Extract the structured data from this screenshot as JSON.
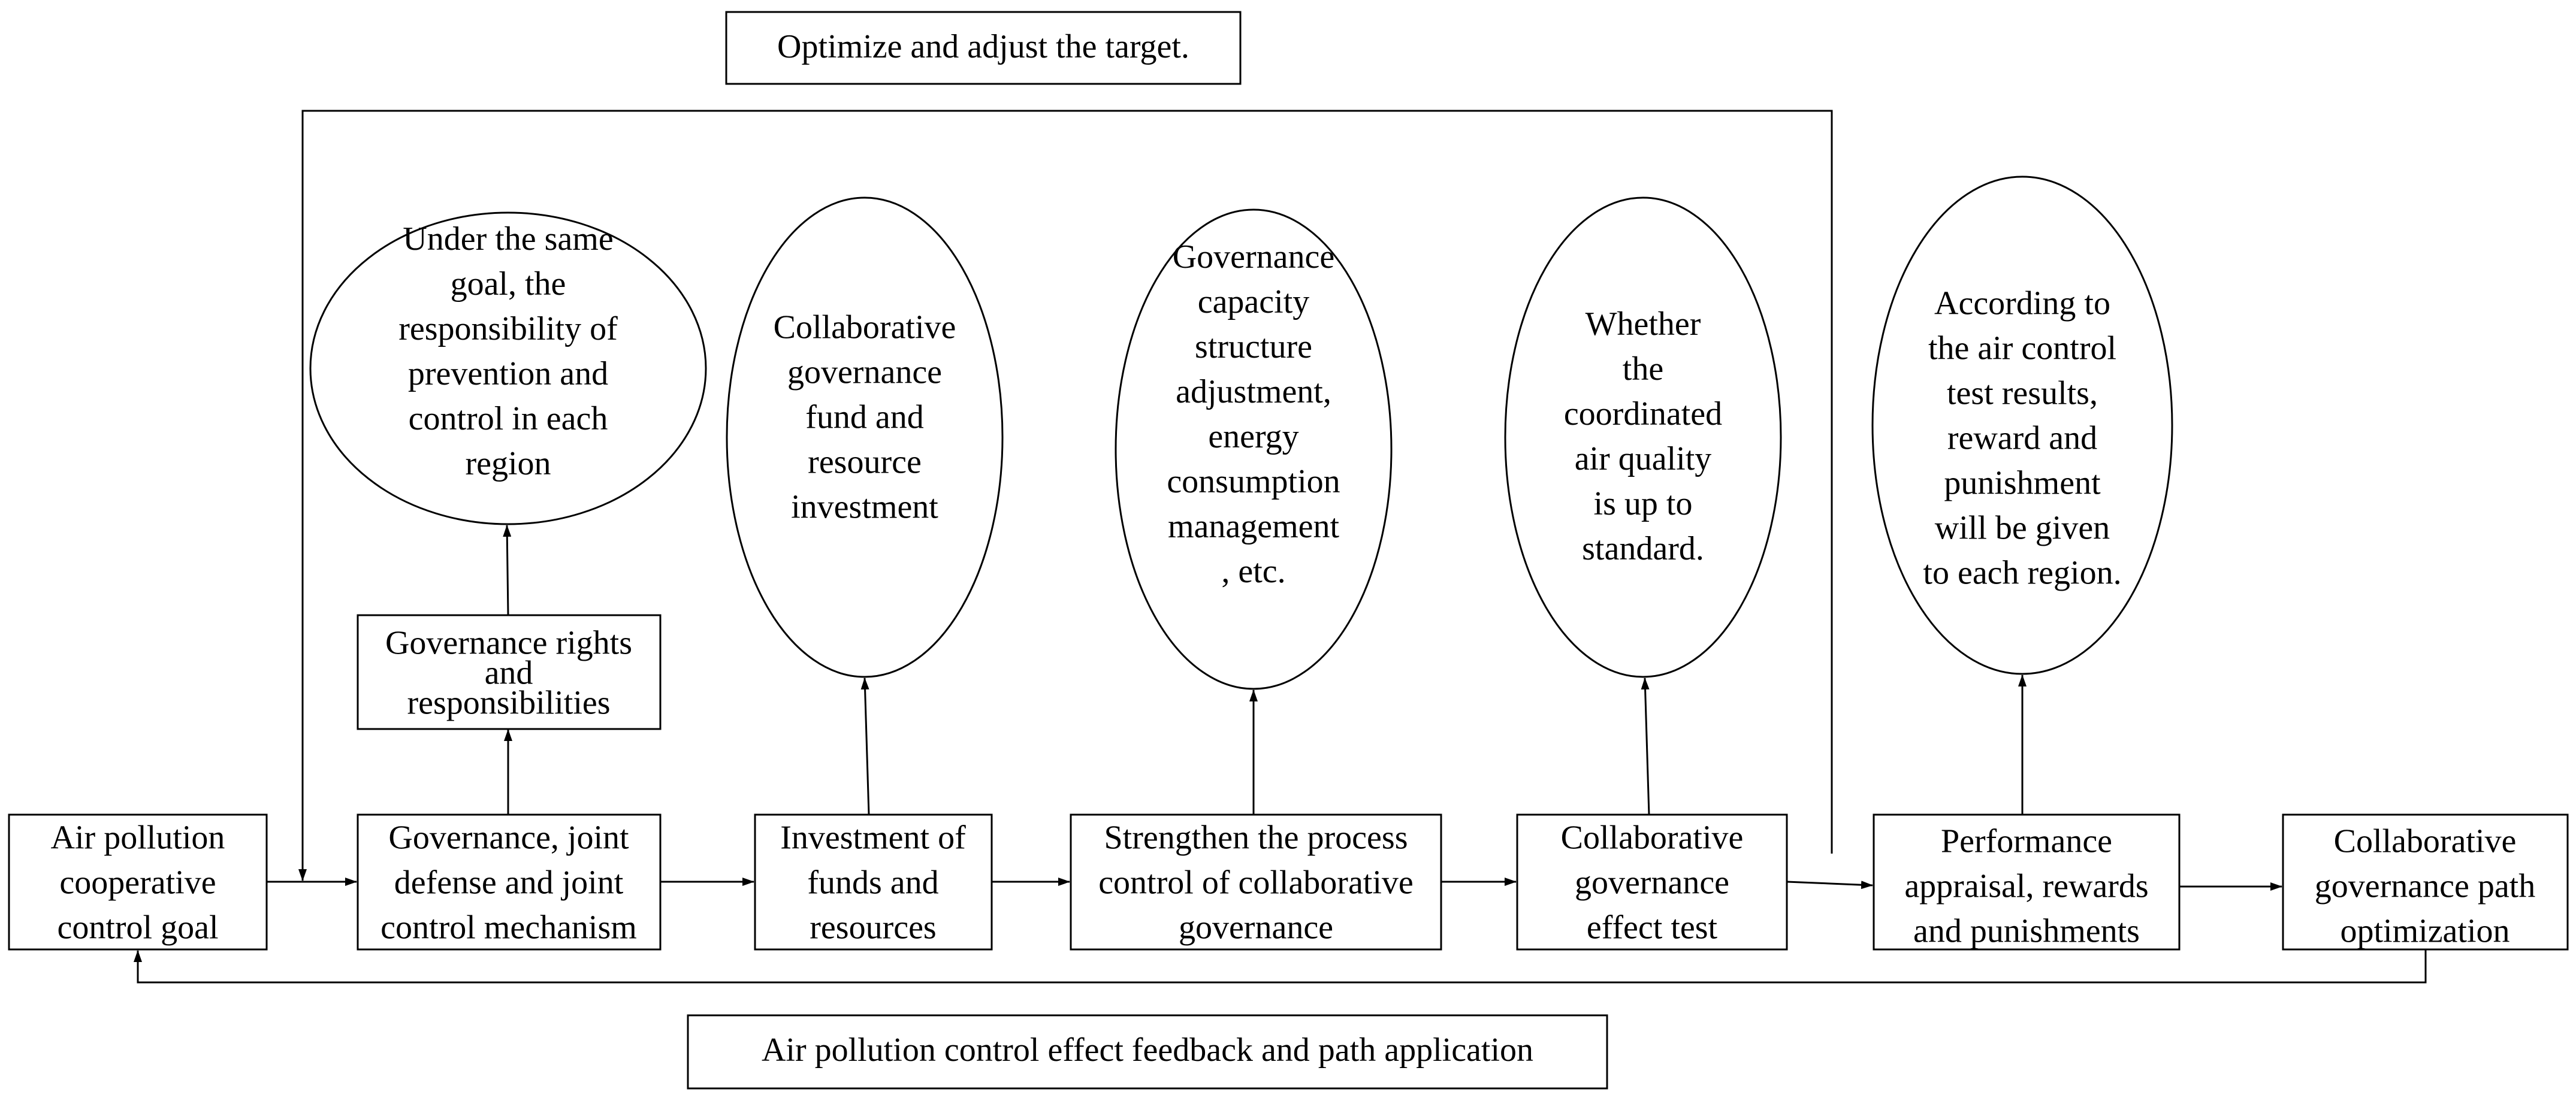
{
  "diagram": {
    "top_label": "Optimize and adjust the target.",
    "bottom_label": "Air pollution control effect feedback and path application",
    "nodes": {
      "goal": [
        "Air pollution",
        "cooperative",
        "control goal"
      ],
      "mechanism": [
        "Governance, joint",
        "defense and joint",
        "control mechanism"
      ],
      "rights": [
        "Governance rights",
        "and",
        "responsibilities"
      ],
      "investment": [
        "Investment of",
        "funds and",
        "resources"
      ],
      "process": [
        "Strengthen the process",
        "control of collaborative",
        "governance"
      ],
      "effect_test": [
        "Collaborative",
        "governance",
        "effect test"
      ],
      "appraisal": [
        "Performance",
        "appraisal, rewards",
        "and punishments"
      ],
      "optimization": [
        "Collaborative",
        "governance path",
        "optimization"
      ]
    },
    "ellipses": {
      "responsibility": [
        "Under the same",
        "goal, the",
        "responsibility of",
        "prevention and",
        "control in each",
        "region"
      ],
      "fund": [
        "Collaborative",
        "governance",
        "fund and",
        "resource",
        "investment"
      ],
      "capacity": [
        "Governance",
        "capacity",
        "structure",
        "adjustment,",
        "energy",
        "consumption",
        "management",
        ", etc."
      ],
      "air_quality": [
        "Whether",
        "the",
        "coordinated",
        "air quality",
        "is up to",
        "standard."
      ],
      "reward": [
        "According to",
        "the air control",
        "test results,",
        "reward and",
        "punishment",
        "will be given",
        "to each region."
      ]
    }
  }
}
